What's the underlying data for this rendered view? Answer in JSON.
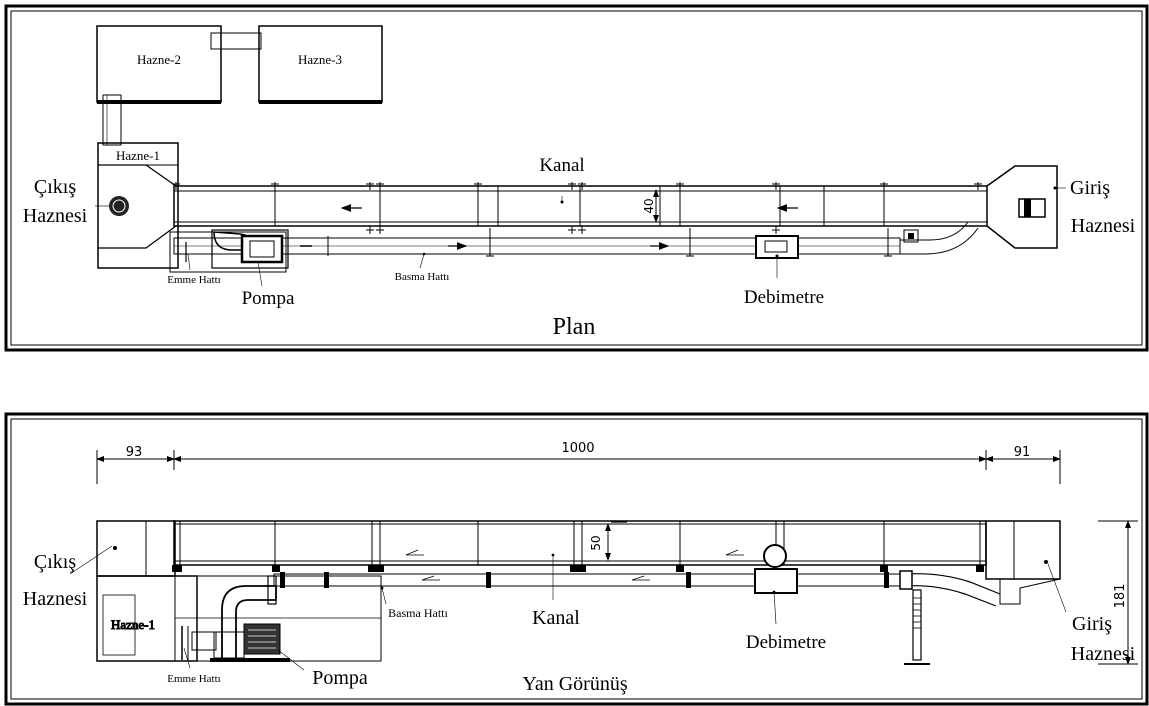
{
  "plan": {
    "title": "Plan",
    "hazne1": "Hazne-1",
    "hazne2": "Hazne-2",
    "hazne3": "Hazne-3",
    "kanal": "Kanal",
    "width_dim": "40",
    "cikis": [
      "Çıkış",
      "Haznesi"
    ],
    "giris": [
      "Giriş",
      "Haznesi"
    ],
    "emme": "Emme Hattı",
    "pompa": "Pompa",
    "basma": "Basma Hattı",
    "debimetre": "Debimetre"
  },
  "side": {
    "title": "Yan Görünüş",
    "dim_left": "93",
    "dim_main": "1000",
    "dim_right": "91",
    "dim_height": "181",
    "depth_dim": "50",
    "cikis": [
      "Çıkış",
      "Haznesi"
    ],
    "giris": [
      "Giriş",
      "Haznesi"
    ],
    "hazne1": "Hazne-1",
    "basma": "Basma Hattı",
    "kanal": "Kanal",
    "debimetre": "Debimetre",
    "emme": "Emme Hattı",
    "pompa": "Pompa"
  }
}
